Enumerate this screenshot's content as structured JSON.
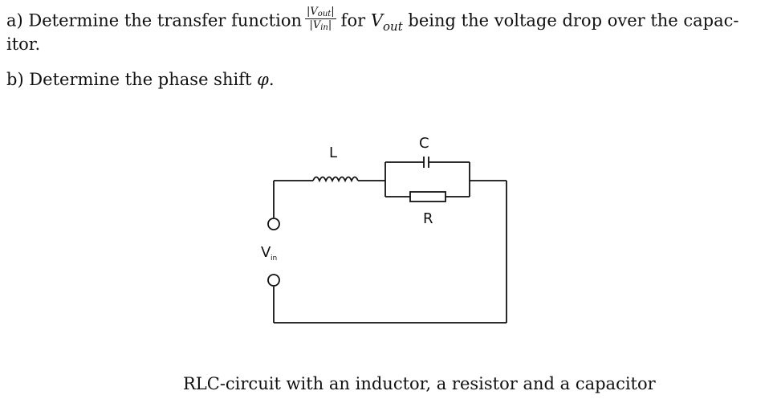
{
  "question_a": {
    "prefix": "a) Determine the transfer function",
    "frac_num_var": "|V",
    "frac_num_sub": "out",
    "frac_num_end": "|",
    "frac_den_var": "|V",
    "frac_den_sub": "in",
    "frac_den_end": "|",
    "mid": "for",
    "vout_var": "V",
    "vout_sub": "out",
    "suffix": "being the voltage drop over the capac-",
    "continuation": "itor."
  },
  "question_b": {
    "text": "b) Determine the phase shift",
    "symbol": "φ",
    "end": "."
  },
  "circuit": {
    "inductor_label": "L",
    "capacitor_label": "C",
    "resistor_label": "R",
    "source_label_main": "V",
    "source_label_sub": "in"
  },
  "caption": "RLC-circuit with an inductor, a resistor and a capacitor"
}
